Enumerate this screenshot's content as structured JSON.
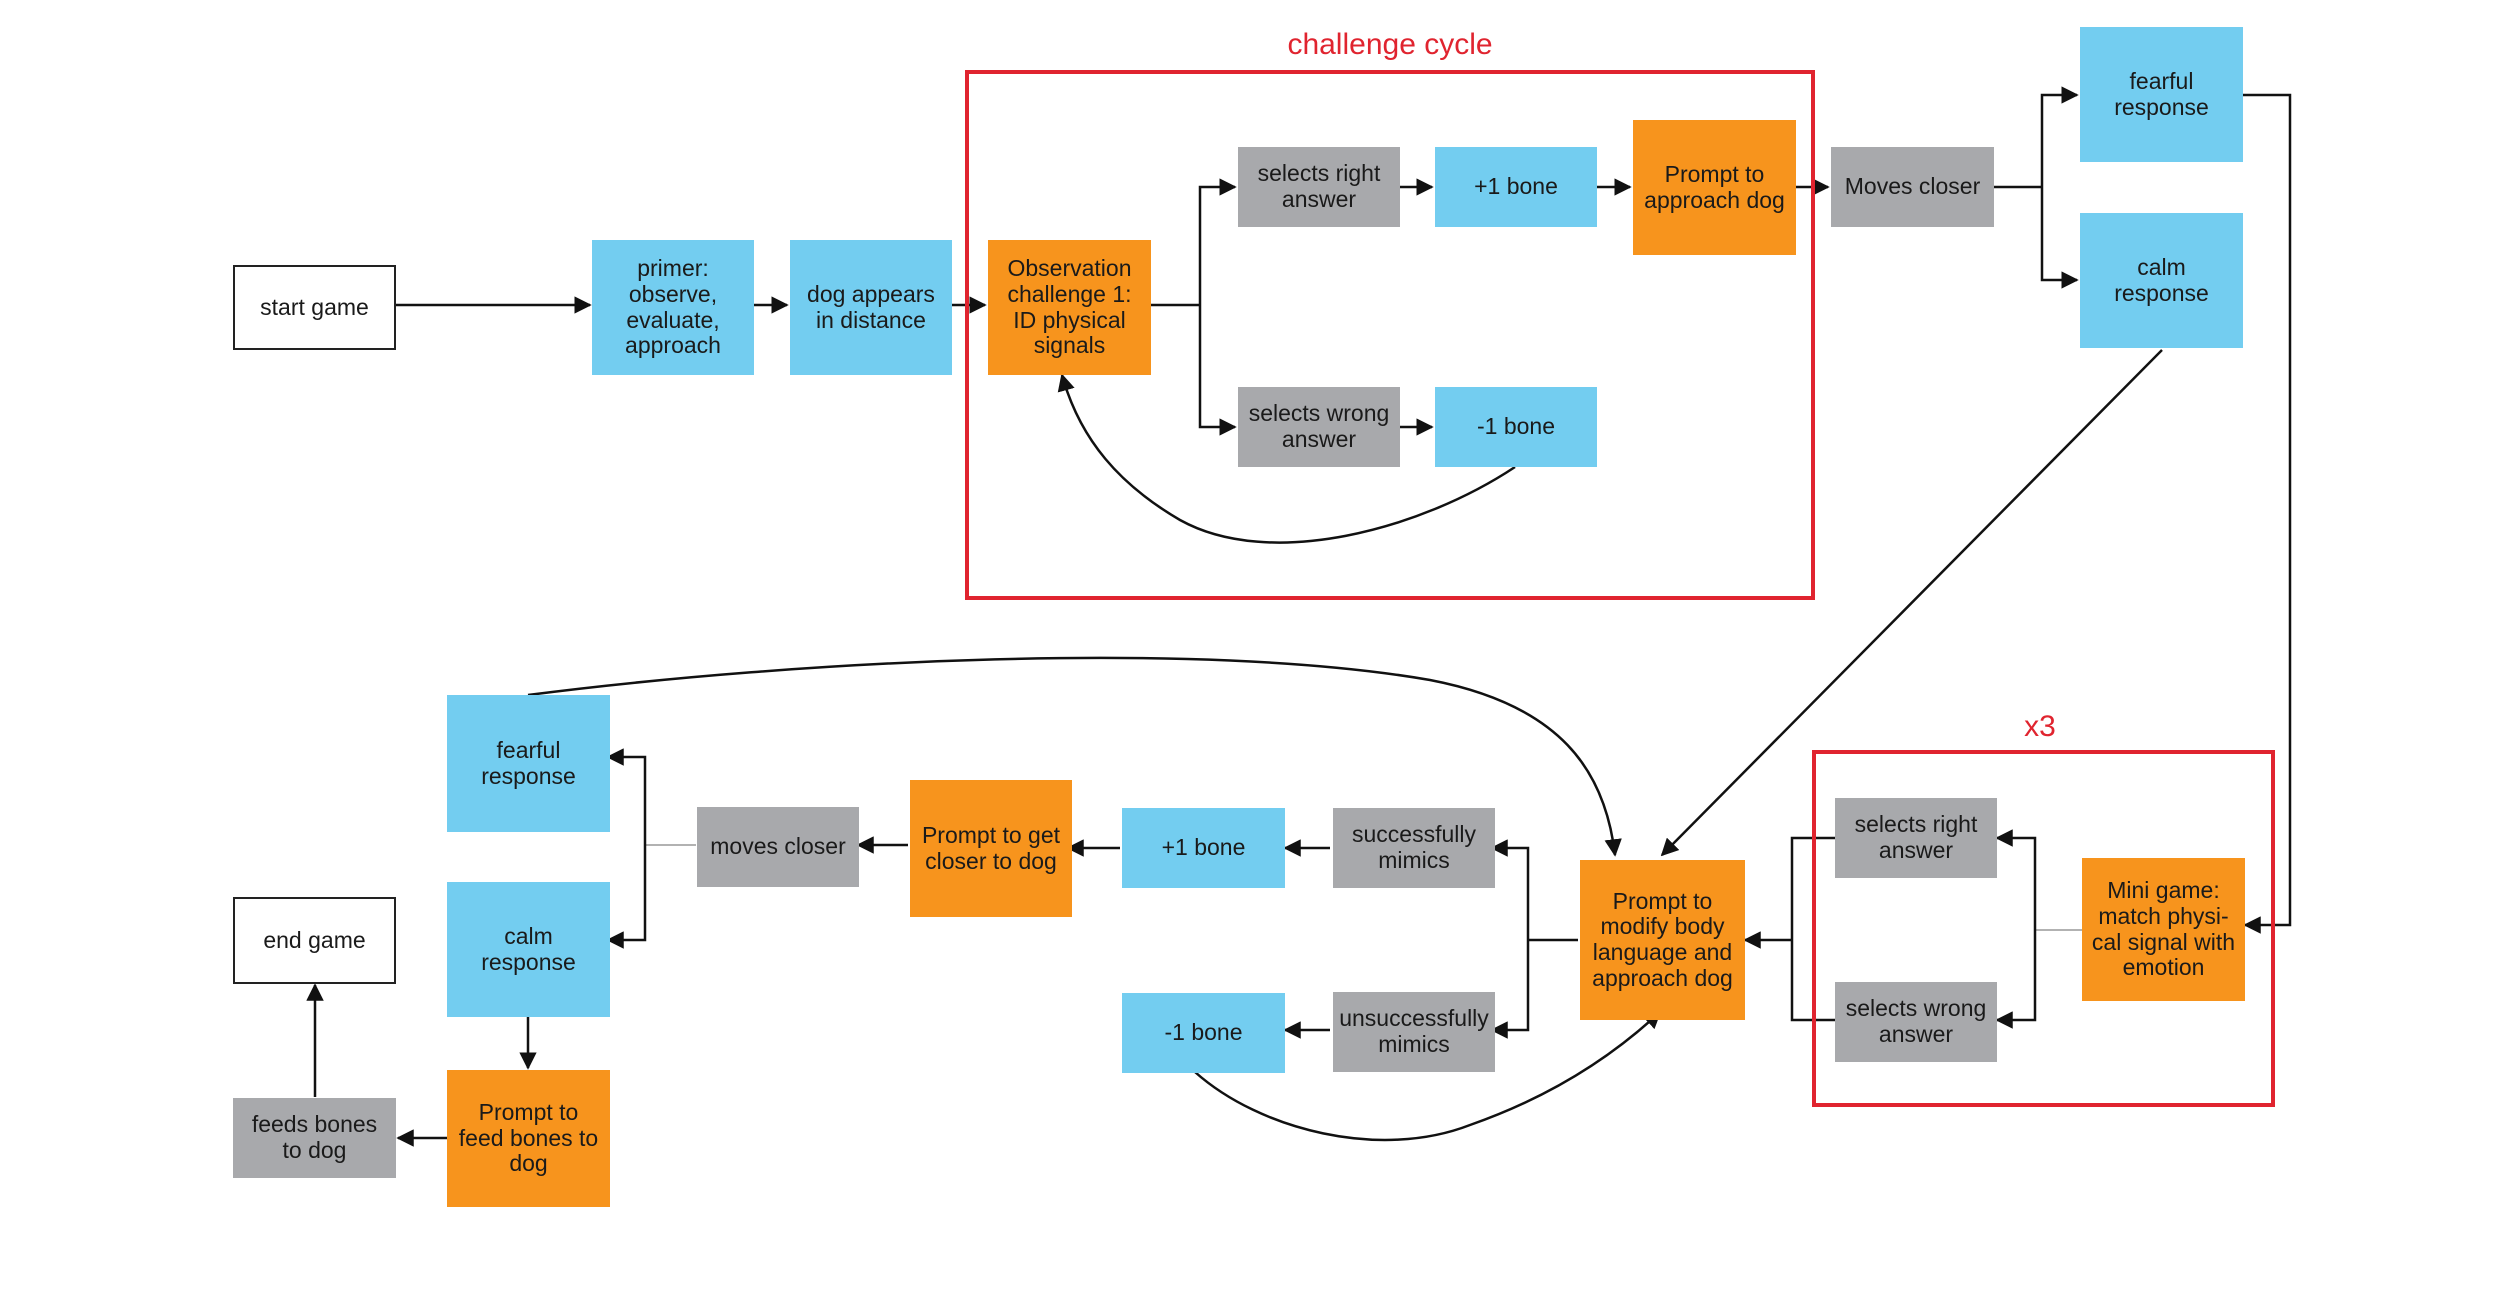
{
  "colors": {
    "blue": "#73CDF0",
    "orange": "#F7941D",
    "gray": "#A8A9AC",
    "frame": "#E0242F",
    "line": "#111111"
  },
  "frames": {
    "challenge_cycle": "challenge cycle",
    "mini_game_repeat": "x3"
  },
  "nodes": {
    "start_game": "start game",
    "primer": "primer: observe, evaluate, approach",
    "dog_appears": "dog appears in distance",
    "observation_challenge": "Observation challenge 1: ID physical signals",
    "selects_right_1": "selects right answer",
    "selects_wrong_1": "selects wrong answer",
    "plus_bone_1": "+1 bone",
    "minus_bone_1": "-1 bone",
    "prompt_approach": "Prompt to approach dog",
    "moves_closer_1": "Moves closer",
    "fearful_1": "fearful response",
    "calm_1": "calm response",
    "mini_game": "Mini game: match physi-cal signal with emotion",
    "selects_right_2": "selects right answer",
    "selects_wrong_2": "selects wrong answer",
    "prompt_modify": "Prompt to modify body language and approach dog",
    "successfully_mimics": "successfully mimics",
    "unsuccessfully_mimics": "unsuccessfully mimics",
    "plus_bone_2": "+1 bone",
    "minus_bone_2": "-1 bone",
    "prompt_closer": "Prompt to get closer to dog",
    "moves_closer_2": "moves closer",
    "fearful_2": "fearful response",
    "calm_2": "calm response",
    "prompt_feed": "Prompt to feed bones to dog",
    "feeds_bones": "feeds bones to dog",
    "end_game": "end game"
  }
}
